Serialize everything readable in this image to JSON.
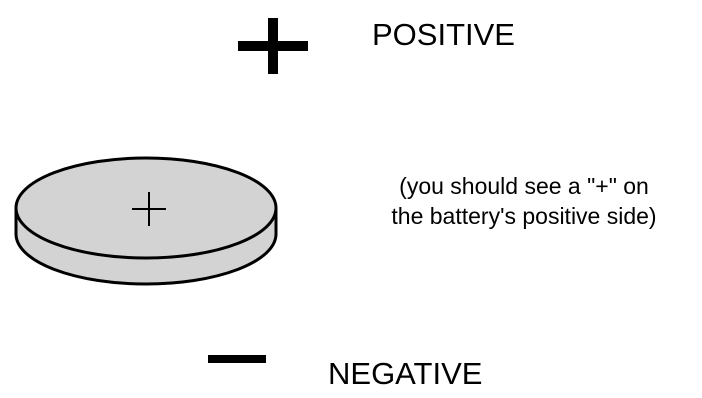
{
  "positive": {
    "label": "POSITIVE",
    "icon": "plus-icon"
  },
  "negative": {
    "label": "NEGATIVE",
    "icon": "minus-icon"
  },
  "battery": {
    "icon": "coin-battery-icon",
    "face_color": "#d3d3d3",
    "outline_color": "#000000"
  },
  "note": {
    "line1": "(you should see a \"+\" on",
    "line2": "the battery's positive side)"
  }
}
